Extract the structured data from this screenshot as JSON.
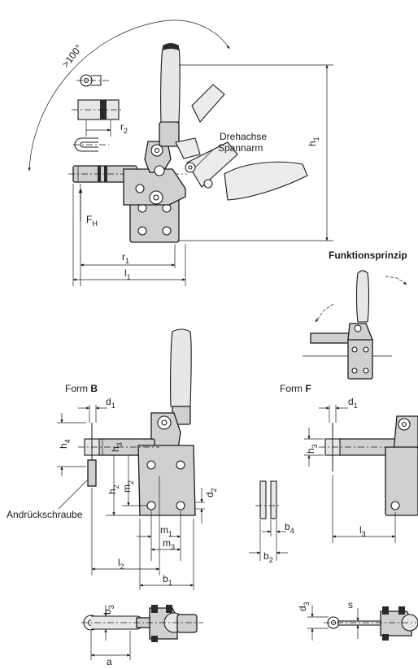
{
  "labels": {
    "angle": ">100°",
    "pivot_line1": "Drehachse",
    "pivot_line2": "Spannarm",
    "h1": "h",
    "h1_sub": "1",
    "r2": "r",
    "r2_sub": "2",
    "fh": "F",
    "fh_sub": "H",
    "r1": "r",
    "r1_sub": "1",
    "l1": "l",
    "l1_sub": "1",
    "principle": "Funktionsprinzip",
    "form_b_prefix": "Form ",
    "form_b_letter": "B",
    "form_f_prefix": "Form ",
    "form_f_letter": "F",
    "d1": "d",
    "d1_sub": "1",
    "d1f": "d",
    "d1f_sub": "1",
    "h4": "h",
    "h4_sub": "4",
    "h3": "h",
    "h3_sub": "3",
    "h3f": "h",
    "h3f_sub": "3",
    "h2": "h",
    "h2_sub": "2",
    "m2": "m",
    "m2_sub": "2",
    "d2": "d",
    "d2_sub": "2",
    "screw": "Andrückschraube",
    "m1": "m",
    "m1_sub": "1",
    "m3": "m",
    "m3_sub": "3",
    "l2": "l",
    "l2_sub": "2",
    "b1": "b",
    "b1_sub": "1",
    "l3": "l",
    "l3_sub": "3",
    "b4": "b",
    "b4_sub": "4",
    "b2": "b",
    "b2_sub": "2",
    "b3": "b",
    "b3_sub": "3",
    "a": "a",
    "d3": "d",
    "d3_sub": "3",
    "s": "s"
  },
  "colors": {
    "part_fill": "#cfd0d2",
    "outline": "#1a1a1a",
    "background": "#ffffff"
  }
}
